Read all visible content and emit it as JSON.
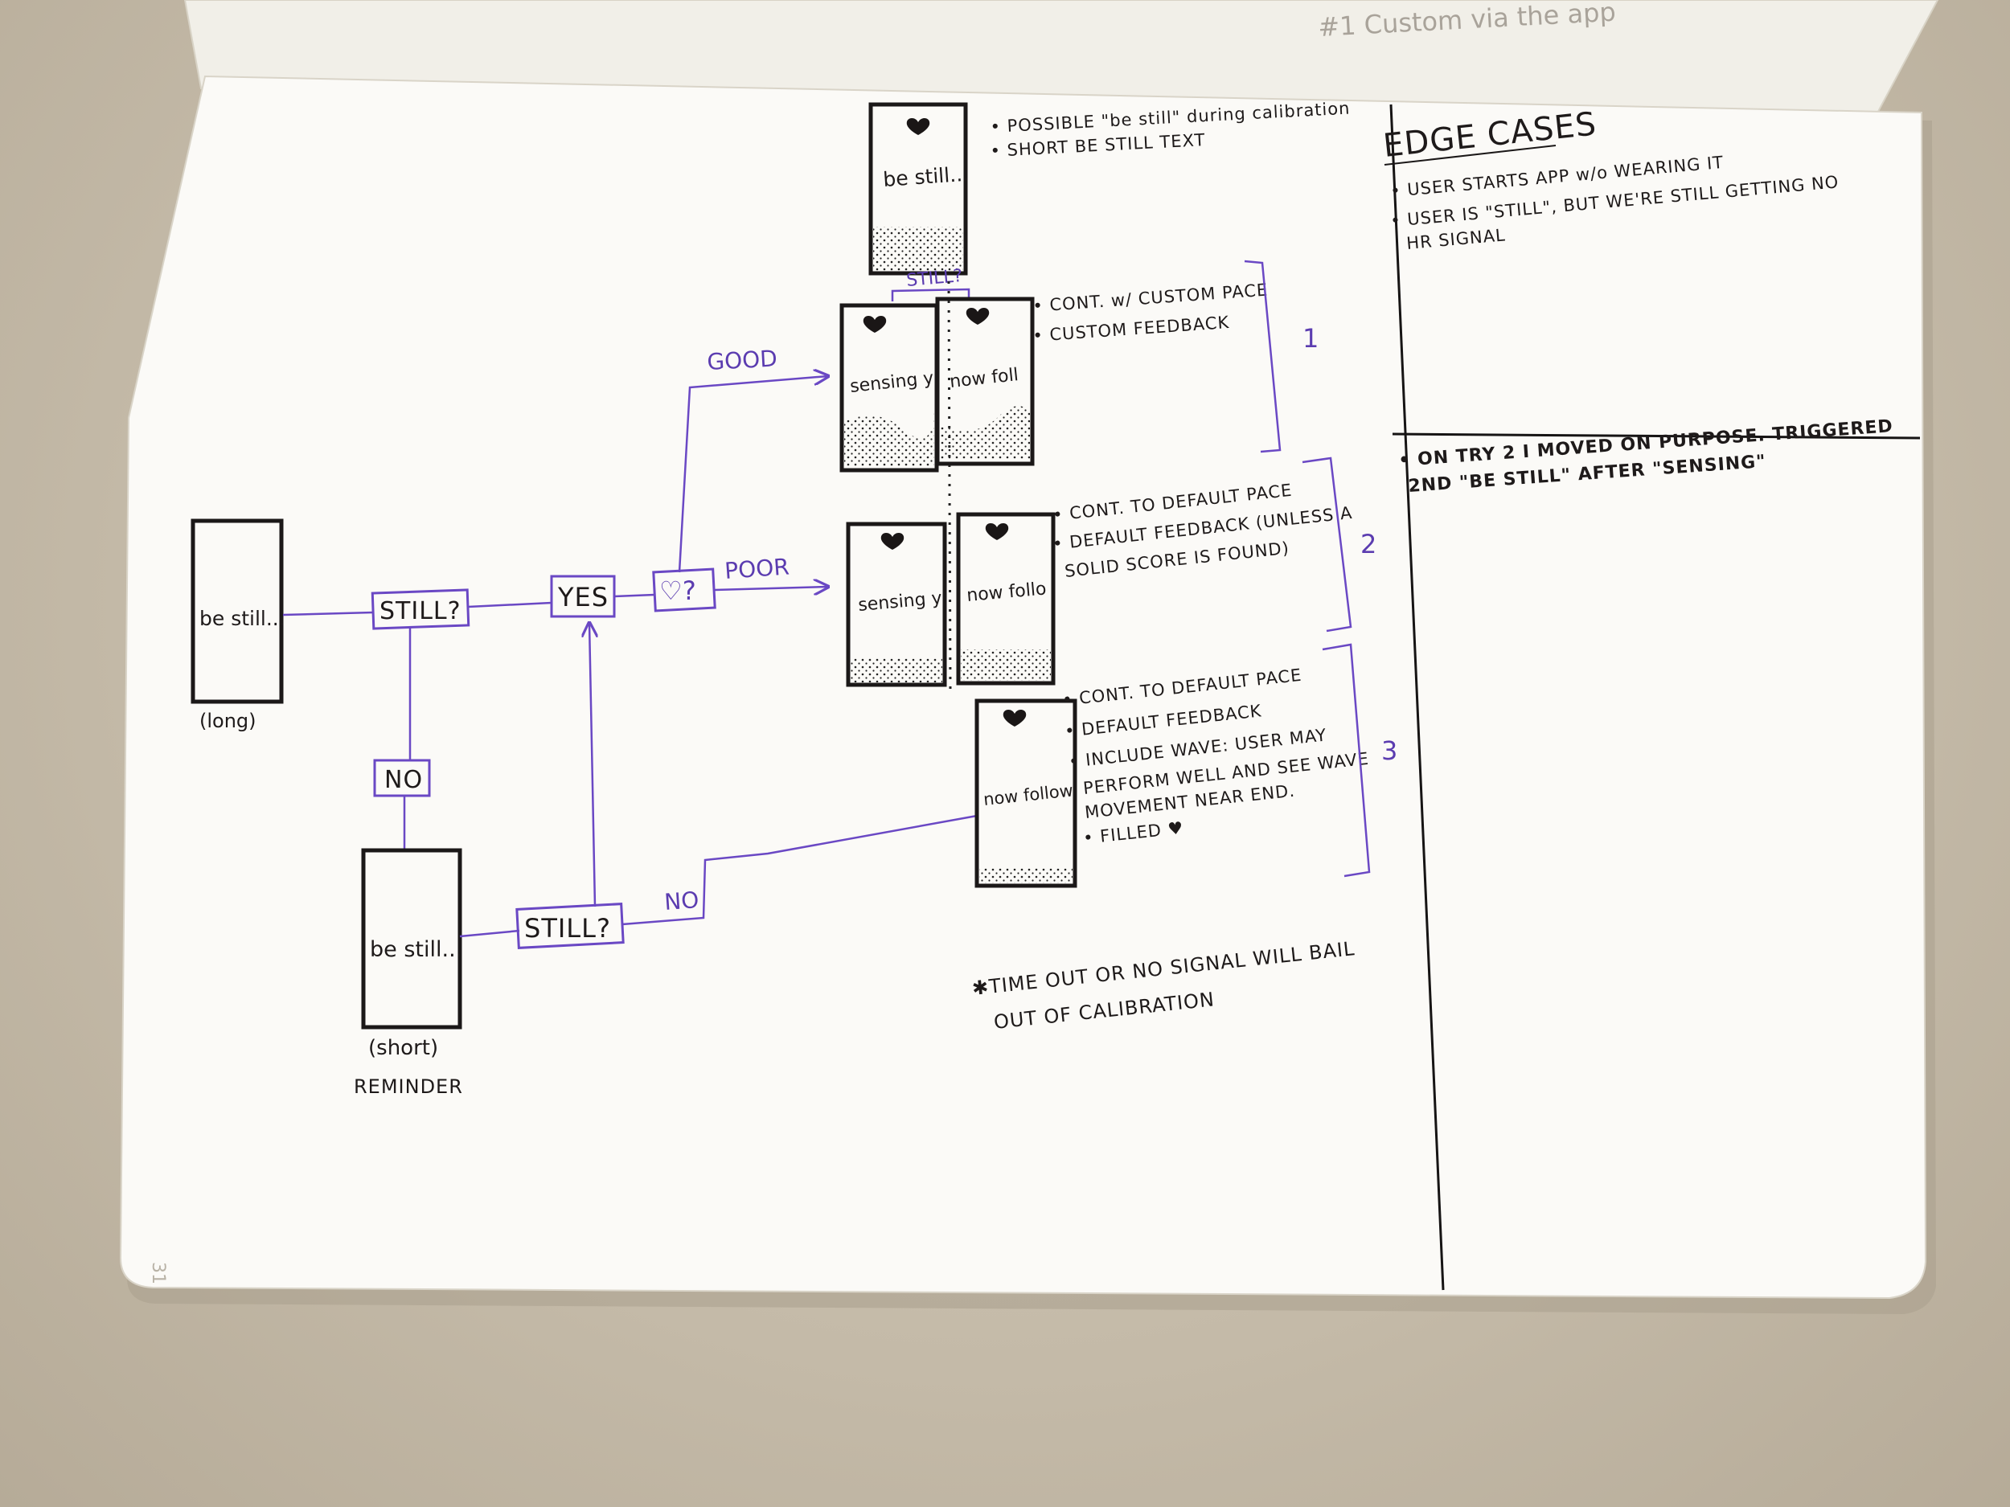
{
  "page_number": "31",
  "start_screen": {
    "text": "be still...",
    "caption": "(long)"
  },
  "decision_still_1": "STILL?",
  "decision_yes": "YES",
  "decision_no_1": "NO",
  "decision_heart": "♡?",
  "reminder_screen": {
    "text": "be still...",
    "caption": "(short)",
    "label": "REMINDER"
  },
  "decision_still_2": "STILL?",
  "decision_no_2": "NO",
  "branch_good": "GOOD",
  "branch_poor": "POOR",
  "top_screen": {
    "text": "be still..."
  },
  "top_notes": [
    "• POSSIBLE \"be still\" during calibration",
    "• SHORT BE STILL TEXT"
  ],
  "still_check_label": "STILL?",
  "case1": {
    "number": "1",
    "screen_a": "sensing y",
    "screen_b": "now foll",
    "notes": [
      "• CONT. w/ CUSTOM PACE",
      "• CUSTOM FEEDBACK"
    ]
  },
  "case2": {
    "number": "2",
    "screen_a": "sensing y",
    "screen_b": "now follo",
    "notes": [
      "• CONT. TO DEFAULT PACE",
      "• DEFAULT FEEDBACK (UNLESS A",
      "SOLID SCORE IS FOUND)"
    ]
  },
  "case3": {
    "number": "3",
    "screen": "now follow",
    "notes": [
      "• CONT. TO DEFAULT PACE",
      "• DEFAULT FEEDBACK",
      "• INCLUDE WAVE: USER MAY",
      "PERFORM WELL AND SEE WAVE",
      "MOVEMENT NEAR END.",
      "• FILLED ♥"
    ]
  },
  "footnote": [
    "✱TIME OUT OR NO SIGNAL WILL BAIL",
    "OUT OF CALIBRATION"
  ],
  "edge_cases": {
    "title": "EDGE CASES",
    "items": [
      "• USER STARTS APP w/o WEARING IT",
      "• USER IS \"STILL\", BUT WE'RE STILL GETTING NO",
      "HR SIGNAL"
    ]
  },
  "observation": [
    "• ON TRY 2 I MOVED ON PURPOSE. TRIGGERED",
    "2ND \"BE STILL\" AFTER \"SENSING\""
  ],
  "top_page_scribble": "#1 Custom via the app"
}
